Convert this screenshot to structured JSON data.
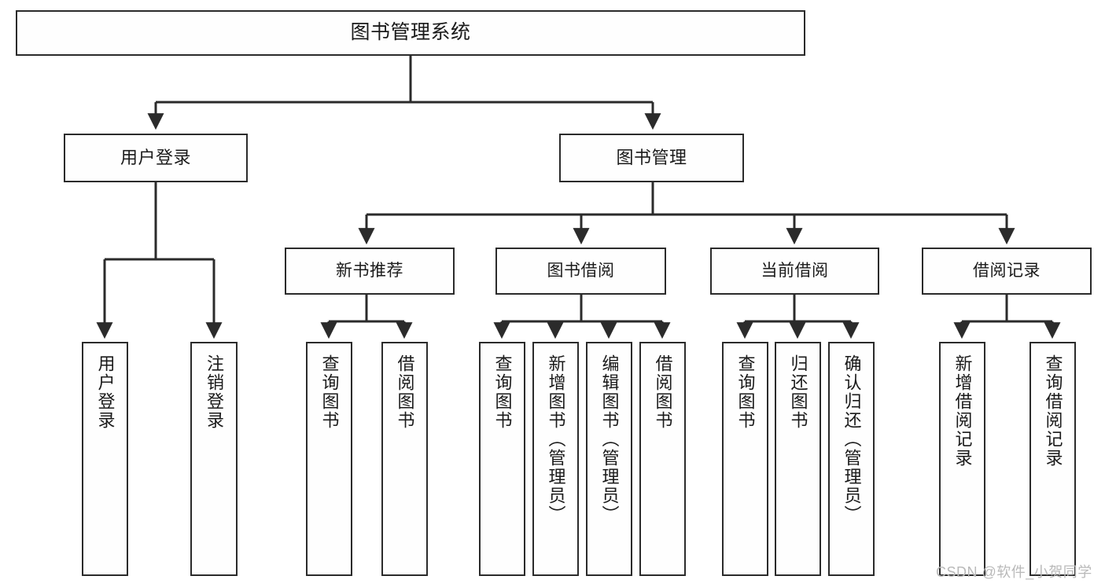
{
  "diagram": {
    "type": "tree",
    "title": "图书管理系统",
    "orientation": "top-down",
    "colors": {
      "node_border": "#2b2b2b",
      "node_fill": "#fefefe",
      "connector": "#2b2b2b",
      "canvas": "#ffffff",
      "watermark": "#b9b9b9"
    },
    "root": {
      "label": "图书管理系统"
    },
    "level1": [
      {
        "label": "用户登录"
      },
      {
        "label": "图书管理"
      }
    ],
    "level2": [
      {
        "label": "新书推荐"
      },
      {
        "label": "图书借阅"
      },
      {
        "label": "当前借阅"
      },
      {
        "label": "借阅记录"
      }
    ],
    "leaves": {
      "user_login": [
        {
          "label": "用户登录"
        },
        {
          "label": "注销登录"
        }
      ],
      "new_book_recommend": [
        {
          "label": "查询图书"
        },
        {
          "label": "借阅图书"
        }
      ],
      "book_borrow": [
        {
          "label": "查询图书"
        },
        {
          "label": "新增图书（管理员）"
        },
        {
          "label": "编辑图书（管理员）"
        },
        {
          "label": "借阅图书"
        }
      ],
      "current_borrow": [
        {
          "label": "查询图书"
        },
        {
          "label": "归还图书"
        },
        {
          "label": "确认归还（管理员）"
        }
      ],
      "borrow_record": [
        {
          "label": "新增借阅记录"
        },
        {
          "label": "查询借阅记录"
        }
      ]
    }
  },
  "watermark": {
    "text": "CSDN @软件_小贺同学"
  }
}
